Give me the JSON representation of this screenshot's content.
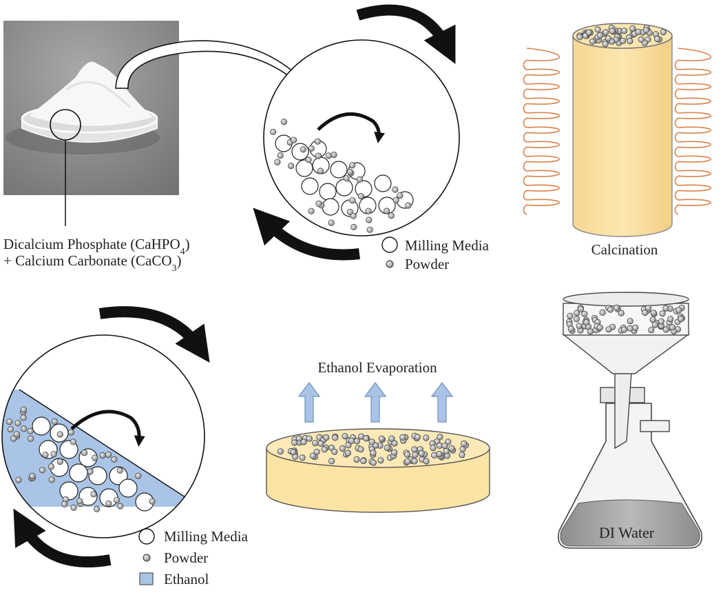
{
  "starting_material": {
    "line1_text": "Dicalcium Phosphate (CaHPO",
    "line1_sub": "4",
    "line1_end": ")",
    "line2_text": "+ Calcium Carbonate (CaCO",
    "line2_sub": "3",
    "line2_end": ")"
  },
  "dry_mill_legend": {
    "media": "Milling Media",
    "powder": "Powder"
  },
  "calcination": {
    "label": "Calcination"
  },
  "wet_mill_legend": {
    "media": "Milling Media",
    "powder": "Powder",
    "ethanol": "Ethanol"
  },
  "evaporation": {
    "label": "Ethanol Evaporation"
  },
  "filtration": {
    "liquid": "DI Water"
  },
  "colors": {
    "ethanol": "#a9c4e6",
    "crucible": "#fde3a4",
    "coil": "#d9824a",
    "arrow_up": "#a9c4e6",
    "water": "#9a9a9a"
  }
}
